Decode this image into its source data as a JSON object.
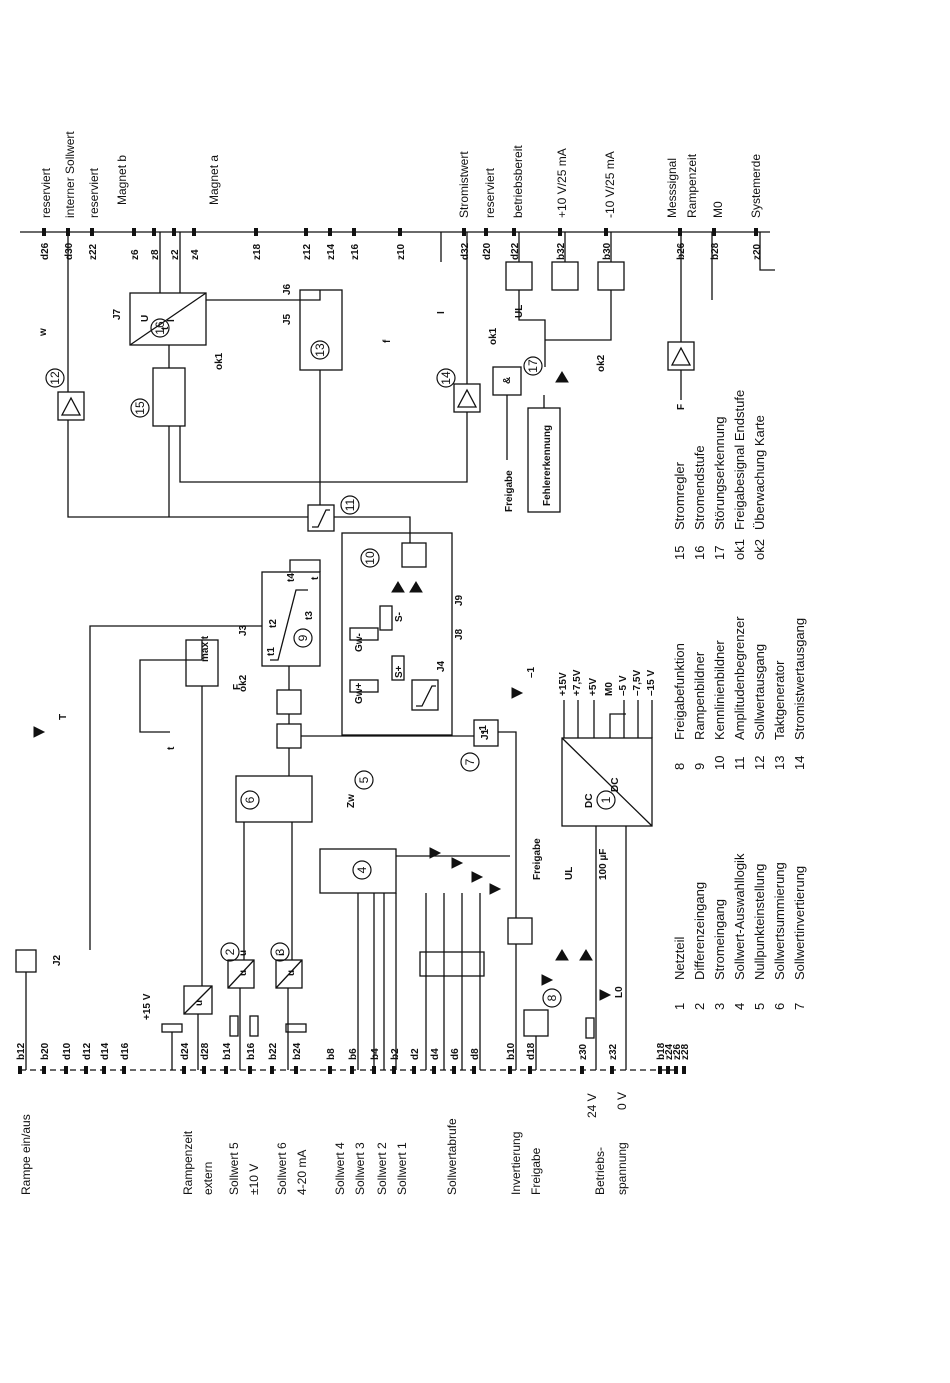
{
  "bus": {
    "top_pins": [
      "d26",
      "d30",
      "z22",
      "z6",
      "z8",
      "z2",
      "z4",
      "z18",
      "z12",
      "z14",
      "z16",
      "z10",
      "d32",
      "d20",
      "d22",
      "b32",
      "b30",
      "b26",
      "b28",
      "z20"
    ],
    "bottom_pins": [
      "b12",
      "b20",
      "d10",
      "d12",
      "d14",
      "d16",
      "d24",
      "d28",
      "b14",
      "b16",
      "b22",
      "b24",
      "b8",
      "b6",
      "b4",
      "b2",
      "d2",
      "d4",
      "d6",
      "d8",
      "b10",
      "d18",
      "z30",
      "z32",
      "b18",
      "z24",
      "z26",
      "z28"
    ]
  },
  "top_labels": [
    "reserviert",
    "interner Sollwert",
    "reserviert",
    "Magnet b",
    "Magnet a",
    "Stromistwert",
    "reserviert",
    "betriebsbereit",
    "+10 V/25 mA",
    "-10 V/25 mA",
    "Messsignal",
    "Rampenzeit",
    "M0",
    "Systemerde"
  ],
  "bottom_labels": [
    "Rampe ein/aus",
    "Rampenzeit",
    "extern",
    "Sollwert 5",
    "±10 V",
    "Sollwert 6",
    "4-20 mA",
    "Sollwert 4",
    "Sollwert 3",
    "Sollwert 2",
    "Sollwert 1",
    "Sollwertabrufe",
    "Invertierung",
    "Freigabe",
    "Betriebs-",
    "spannung",
    "24 V",
    "0 V"
  ],
  "inner": {
    "supply": [
      "+15V",
      "+7,5V",
      "+5V",
      "M0",
      "–5 V",
      "–7,5V",
      "–15 V"
    ],
    "misc": [
      "Freigabe",
      "Fehlererkennung",
      "Freigabe",
      "+15 V",
      "100 µF",
      "UL",
      "L0",
      "UL",
      "ok1",
      "ok2",
      "ok1",
      "ok2",
      "F",
      "F",
      "t",
      "T",
      "t",
      "max t",
      "Zw",
      "w",
      "I",
      "U",
      "I",
      "f",
      "J2",
      "J1",
      "J3",
      "J4",
      "J5",
      "J6",
      "J7",
      "J8",
      "J9",
      "t1",
      "t2",
      "t3",
      "t4",
      "t",
      "Gw+",
      "Gw-",
      "S+",
      "S-",
      "DC",
      "DC",
      "u",
      "u",
      "u",
      "i",
      "u",
      "–1",
      "-1",
      "&"
    ]
  },
  "legend": [
    {
      "n": "1",
      "t": "Netzteil"
    },
    {
      "n": "2",
      "t": "Differenzeingang"
    },
    {
      "n": "3",
      "t": "Stromeingang"
    },
    {
      "n": "4",
      "t": "Sollwert-Auswahllogik"
    },
    {
      "n": "5",
      "t": "Nullpunkteinstellung"
    },
    {
      "n": "6",
      "t": "Sollwertsummierung"
    },
    {
      "n": "7",
      "t": "Sollwertinvertierung"
    },
    {
      "n": "8",
      "t": "Freigabefunktion"
    },
    {
      "n": "9",
      "t": "Rampenbildner"
    },
    {
      "n": "10",
      "t": "Kennlinienbildner"
    },
    {
      "n": "11",
      "t": "Amplitudenbegrenzer"
    },
    {
      "n": "12",
      "t": "Sollwertausgang"
    },
    {
      "n": "13",
      "t": "Taktgenerator"
    },
    {
      "n": "14",
      "t": "Stromistwertausgang"
    },
    {
      "n": "15",
      "t": "Stromregler"
    },
    {
      "n": "16",
      "t": "Stromendstufe"
    },
    {
      "n": "17",
      "t": "Störungserkennung"
    },
    {
      "n": "ok1",
      "t": "Freigabesignal Endstufe"
    },
    {
      "n": "ok2",
      "t": "Überwachung Karte"
    }
  ]
}
